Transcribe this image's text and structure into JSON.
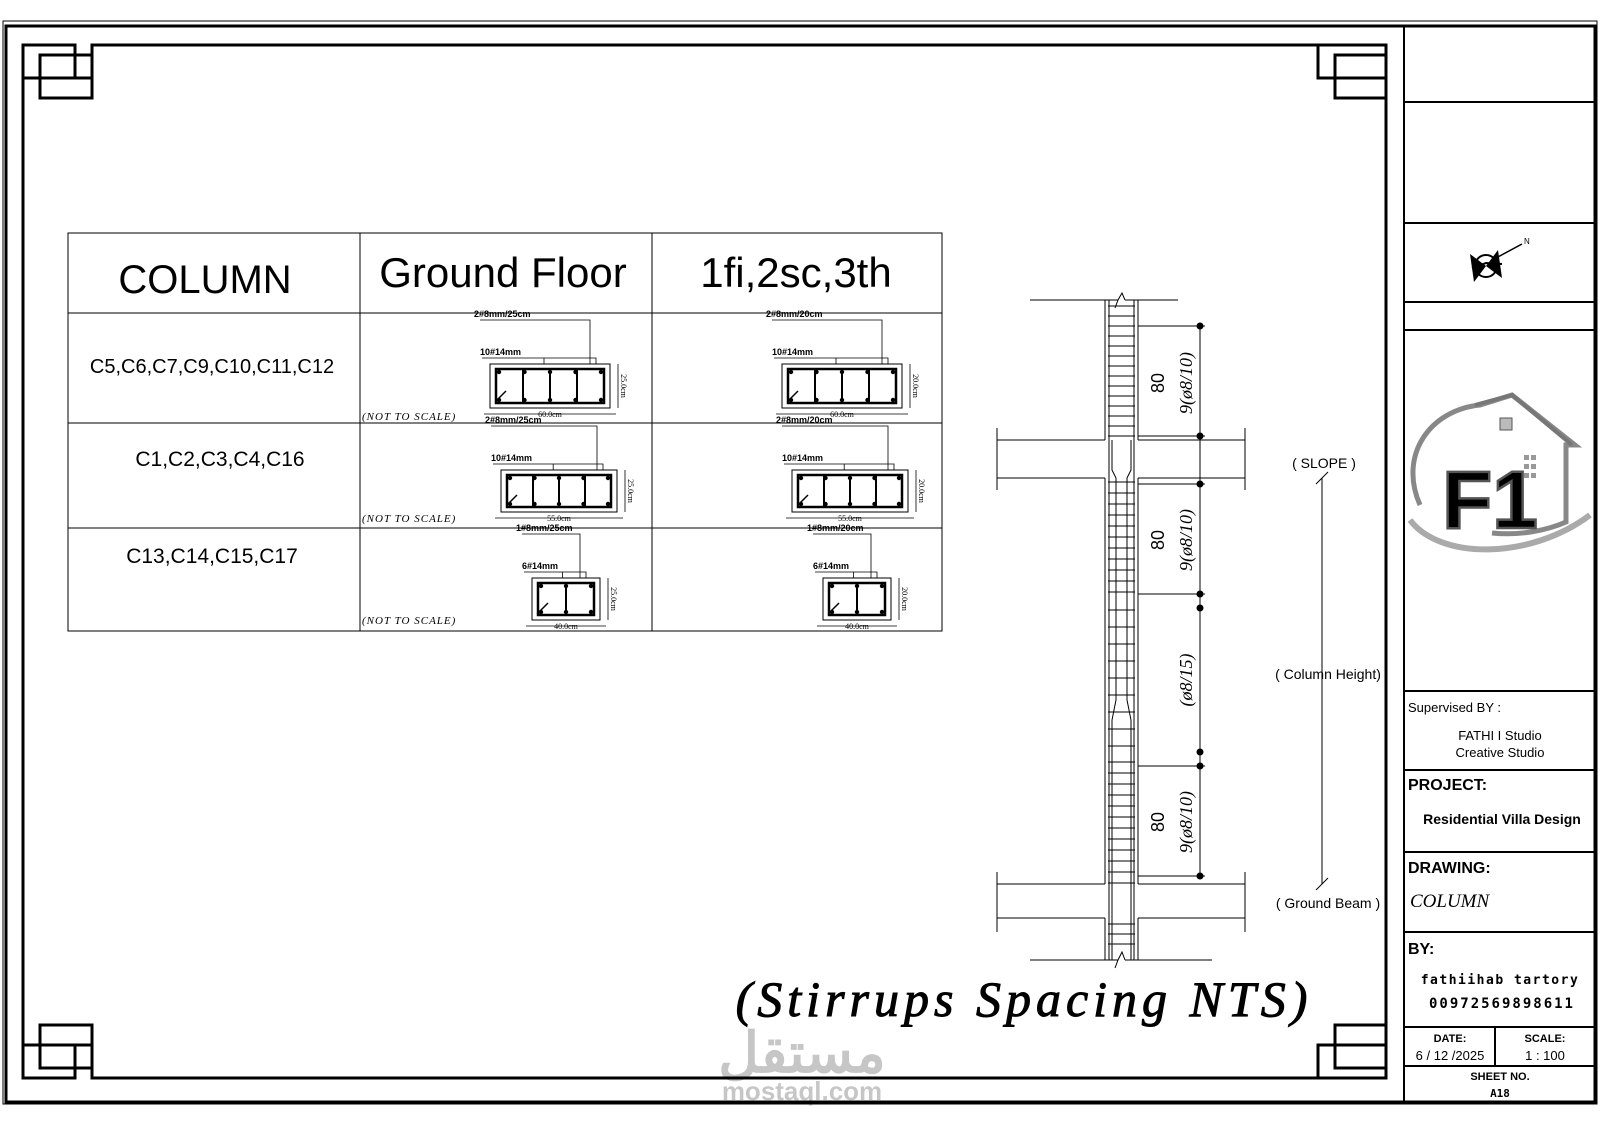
{
  "table": {
    "headers": [
      "COLUMN",
      "Ground Floor",
      "1fi,2sc,3th"
    ],
    "not_to_scale": "(NOT TO SCALE)",
    "rows": [
      {
        "columns": "C5,C6,C7,C9,C10,C11,C12",
        "ground": {
          "stirrup": "2#8mm/25cm",
          "bars": "10#14mm",
          "width": "60.0cm",
          "depth": "25.0cm"
        },
        "upper": {
          "stirrup": "2#8mm/20cm",
          "bars": "10#14mm",
          "width": "60.0cm",
          "depth": "20.0cm"
        }
      },
      {
        "columns": "C1,C2,C3,C4,C16",
        "ground": {
          "stirrup": "2#8mm/25cm",
          "bars": "10#14mm",
          "width": "55.0cm",
          "depth": "25.0cm"
        },
        "upper": {
          "stirrup": "2#8mm/20cm",
          "bars": "10#14mm",
          "width": "55.0cm",
          "depth": "20.0cm"
        }
      },
      {
        "columns": "C13,C14,C15,C17",
        "ground": {
          "stirrup": "1#8mm/25cm",
          "bars": "6#14mm",
          "width": "40.0cm",
          "depth": "25.0cm"
        },
        "upper": {
          "stirrup": "1#8mm/20cm",
          "bars": "6#14mm",
          "width": "40.0cm",
          "depth": "20.0cm"
        }
      }
    ]
  },
  "elevation": {
    "zone_top_len": "80",
    "zone_top_spacing": "9(ø8/10)",
    "zone_mid_top_len": "80",
    "zone_mid_top_spacing": "9(ø8/10)",
    "zone_mid_spacing": "(ø8/15)",
    "zone_bottom_len": "80",
    "zone_bottom_spacing": "9(ø8/10)",
    "slope": "( SLOPE )",
    "column_height": "( Column Height)",
    "ground_beam": "( Ground Beam )",
    "caption": "(Stirrups Spacing NTS)"
  },
  "watermark": {
    "arabic": "مستقل",
    "latin": "mostaql.com"
  },
  "title_block": {
    "supervised_label": "Supervised BY :",
    "supervisor_line1": "FATHI I Studio",
    "supervisor_line2": "Creative Studio",
    "project_label": "PROJECT:",
    "project_value": "Residential Villa Design",
    "drawing_label": "DRAWING:",
    "drawing_value": "COLUMN",
    "by_label": "BY:",
    "by_name": "fathiihab tartory",
    "by_phone": "00972569898611",
    "date_label": "DATE:",
    "date_value": "6 / 12 /2025",
    "scale_label": "SCALE:",
    "scale_value": "1 : 100",
    "sheet_label": "SHEET NO.",
    "sheet_value": "A18",
    "logo_text": "F1"
  }
}
